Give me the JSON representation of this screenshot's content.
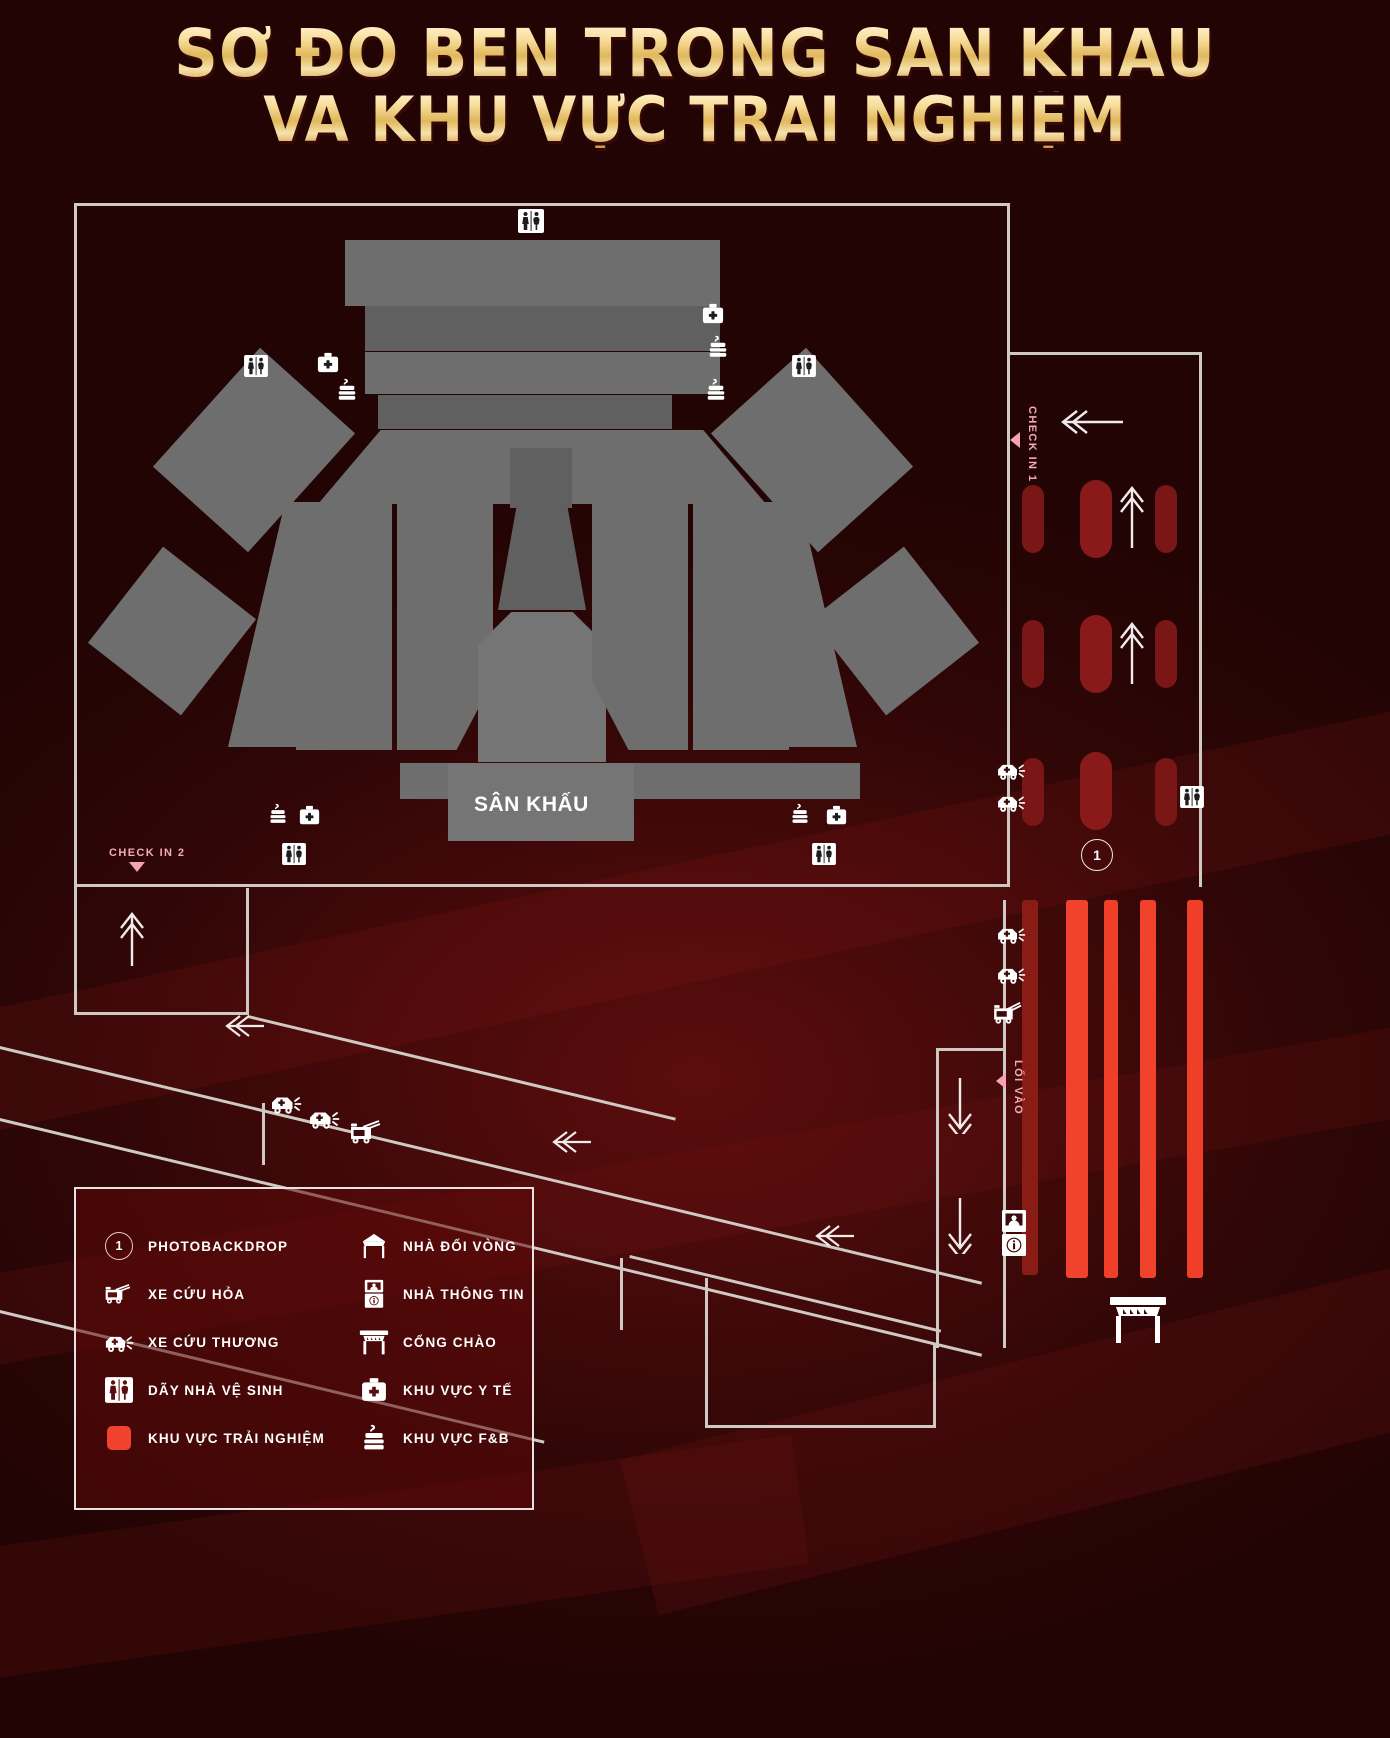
{
  "title": {
    "line1": "SƠ ĐỒ BÊN TRONG SÂN KHẤU",
    "line2": "VÀ KHU VỰC TRẢI NGHIỆM"
  },
  "map": {
    "stage_label": "SÂN KHẤU",
    "check_in_1": "CHECK IN 1",
    "check_in_2": "CHECK IN 2",
    "entrance": "LỐI VÀO",
    "photobackdrop_marker": "1"
  },
  "legend": {
    "items_left": [
      {
        "icon": "number-one-circle-icon",
        "label": "PHOTOBACKDROP"
      },
      {
        "icon": "fire-truck-icon",
        "label": "XE CỨU HỎA"
      },
      {
        "icon": "ambulance-icon",
        "label": "XE CỨU THƯƠNG"
      },
      {
        "icon": "restroom-icon",
        "label": "DÃY NHÀ VỆ SINH"
      },
      {
        "icon": "red-area-swatch-icon",
        "label": "KHU VỰC TRẢI NGHIỆM"
      }
    ],
    "items_right": [
      {
        "icon": "tent-icon",
        "label": "NHÀ ĐỔI VÒNG"
      },
      {
        "icon": "info-booth-icon",
        "label": "NHÀ THÔNG TIN"
      },
      {
        "icon": "welcome-gate-icon",
        "label": "CỔNG CHÀO"
      },
      {
        "icon": "medical-kit-icon",
        "label": "KHU VỰC Y TẾ"
      },
      {
        "icon": "food-drink-icon",
        "label": "KHU VỰC F&B"
      }
    ]
  },
  "colors": {
    "background": "#2e0606",
    "gold_title": "#e8c374",
    "pink_label": "#f4a3b4",
    "experience_red": "#f0422c",
    "queue_red": "#7a1616",
    "seating_gray": "#6e6e6e",
    "line_white": "#cfc9c4"
  }
}
